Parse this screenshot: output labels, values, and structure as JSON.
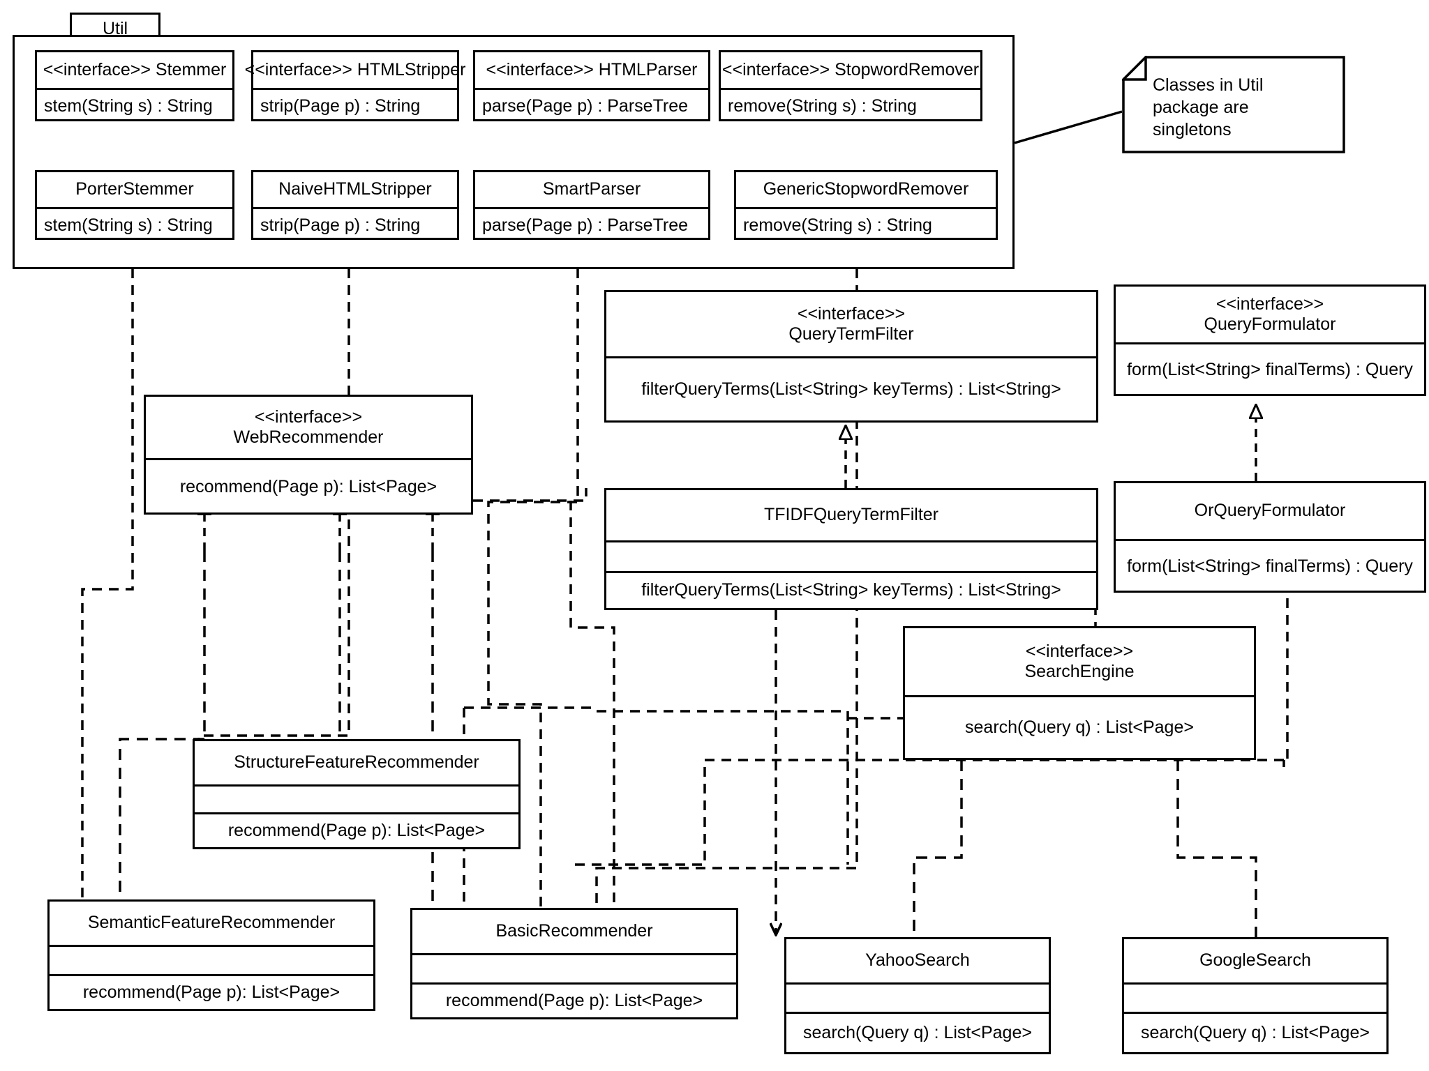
{
  "diagram": {
    "kind": "uml-class-diagram",
    "background": "#ffffff",
    "line_color": "#000000"
  },
  "package": {
    "name": "Util"
  },
  "note": {
    "text": "Classes in Util\npackage are\nsingletons"
  },
  "classes": {
    "stemmer": {
      "stereotype": "<<interface>> Stemmer",
      "ops": "stem(String s) : String"
    },
    "html_stripper": {
      "stereotype": "<<interface>> HTMLStripper",
      "ops": "strip(Page p) : String"
    },
    "html_parser": {
      "stereotype": "<<interface>>  HTMLParser",
      "ops": "parse(Page p) : ParseTree"
    },
    "stopword_remover": {
      "stereotype": "<<interface>> StopwordRemover",
      "ops": "remove(String s) : String"
    },
    "porter_stemmer": {
      "name": "PorterStemmer",
      "ops": "stem(String s) : String"
    },
    "naive_html_stripper": {
      "name": "NaiveHTMLStripper",
      "ops": "strip(Page p) : String"
    },
    "smart_parser": {
      "name": "SmartParser",
      "ops": "parse(Page p) : ParseTree"
    },
    "generic_stopword_remover": {
      "name": "GenericStopwordRemover",
      "ops": "remove(String s) : String"
    },
    "query_term_filter": {
      "stereo": "<<interface>>",
      "name": "QueryTermFilter",
      "ops": "filterQueryTerms(List<String> keyTerms) : List<String>"
    },
    "query_formulator": {
      "stereo": "<<interface>>",
      "name": "QueryFormulator",
      "ops": "form(List<String> finalTerms) : Query"
    },
    "web_recommender": {
      "stereo": "<<interface>>",
      "name": "WebRecommender",
      "ops": "recommend(Page p): List<Page>"
    },
    "tfidf_query_term_filter": {
      "name": "TFIDFQueryTermFilter",
      "attrs": "",
      "ops": "filterQueryTerms(List<String> keyTerms) : List<String>"
    },
    "or_query_formulator": {
      "name": "OrQueryFormulator",
      "ops": "form(List<String> finalTerms) : Query"
    },
    "search_engine": {
      "stereo": "<<interface>>",
      "name": "SearchEngine",
      "ops": "search(Query q) : List<Page>"
    },
    "structure_feature_recommender": {
      "name": "StructureFeatureRecommender",
      "attrs": "",
      "ops": "recommend(Page p): List<Page>"
    },
    "semantic_feature_recommender": {
      "name": "SemanticFeatureRecommender",
      "attrs": "",
      "ops": "recommend(Page p): List<Page>"
    },
    "basic_recommender": {
      "name": "BasicRecommender",
      "attrs": "",
      "ops": "recommend(Page p): List<Page>"
    },
    "yahoo_search": {
      "name": "YahooSearch",
      "attrs": "",
      "ops": "search(Query q) : List<Page>"
    },
    "google_search": {
      "name": "GoogleSearch",
      "attrs": "",
      "ops": "search(Query q) : List<Page>"
    }
  },
  "relationships": [
    {
      "type": "realization",
      "from": "PorterStemmer",
      "to": "Stemmer"
    },
    {
      "type": "realization",
      "from": "NaiveHTMLStripper",
      "to": "HTMLStripper"
    },
    {
      "type": "realization",
      "from": "SmartParser",
      "to": "HTMLParser"
    },
    {
      "type": "realization",
      "from": "GenericStopwordRemover",
      "to": "StopwordRemover"
    },
    {
      "type": "realization",
      "from": "TFIDFQueryTermFilter",
      "to": "QueryTermFilter"
    },
    {
      "type": "realization",
      "from": "OrQueryFormulator",
      "to": "QueryFormulator"
    },
    {
      "type": "realization",
      "from": "StructureFeatureRecommender",
      "to": "WebRecommender"
    },
    {
      "type": "realization",
      "from": "SemanticFeatureRecommender",
      "to": "WebRecommender"
    },
    {
      "type": "realization",
      "from": "BasicRecommender",
      "to": "WebRecommender"
    },
    {
      "type": "realization",
      "from": "YahooSearch",
      "to": "SearchEngine"
    },
    {
      "type": "realization",
      "from": "GoogleSearch",
      "to": "SearchEngine"
    },
    {
      "type": "dependency",
      "from": "SemanticFeatureRecommender",
      "to": "PorterStemmer"
    },
    {
      "type": "dependency",
      "from": "StructureFeatureRecommender",
      "to": "NaiveHTMLStripper"
    },
    {
      "type": "dependency",
      "from": "BasicRecommender",
      "to": "SmartParser"
    },
    {
      "type": "dependency",
      "from": "BasicRecommender",
      "to": "GenericStopwordRemover"
    },
    {
      "type": "dependency",
      "from": "BasicRecommender",
      "to": "TFIDFQueryTermFilter"
    },
    {
      "type": "dependency",
      "from": "BasicRecommender",
      "to": "OrQueryFormulator"
    },
    {
      "type": "dependency",
      "from": "TFIDFQueryTermFilter",
      "to": "YahooSearch"
    },
    {
      "type": "anchor",
      "from": "Note",
      "to": "Util package"
    }
  ]
}
